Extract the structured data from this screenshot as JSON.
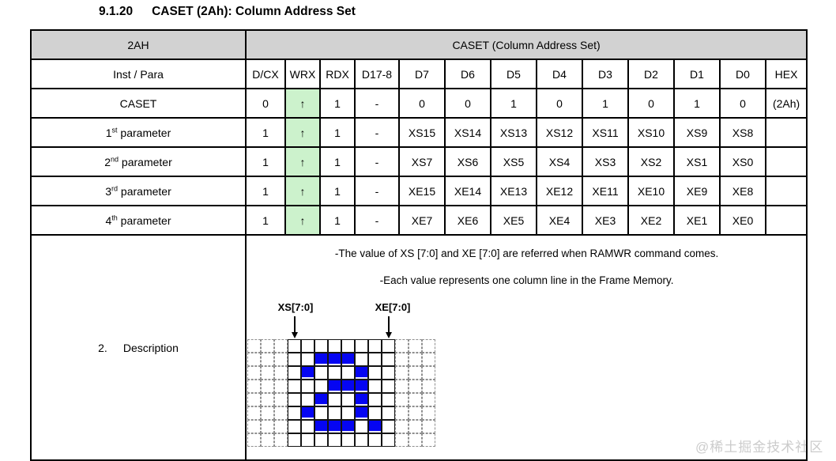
{
  "page": {
    "title_number": "9.1.20",
    "title_text": "CASET (2Ah): Column Address Set",
    "watermark": "@稀土掘金技术社区"
  },
  "colors": {
    "header_bg": "#d2d2d2",
    "wrx_highlight_green": "#ccf2cc",
    "pixel_blue": "#0505f2",
    "dashed_grid_gray": "#8f8f8f"
  },
  "table": {
    "header": {
      "cmd_code": "2AH",
      "cmd_name": "CASET (Column Address Set)",
      "columns": [
        "Inst / Para",
        "D/CX",
        "WRX",
        "RDX",
        "D17-8",
        "D7",
        "D6",
        "D5",
        "D4",
        "D3",
        "D2",
        "D1",
        "D0",
        "HEX"
      ]
    },
    "wrx_arrow": "↑",
    "rows": [
      {
        "label_base": "CASET",
        "label_sup": "",
        "label_rest": "",
        "cells": [
          "0",
          "↑",
          "1",
          "-",
          "0",
          "0",
          "1",
          "0",
          "1",
          "0",
          "1",
          "0",
          "(2Ah)"
        ]
      },
      {
        "label_base": "1",
        "label_sup": "st",
        "label_rest": " parameter",
        "cells": [
          "1",
          "↑",
          "1",
          "-",
          "XS15",
          "XS14",
          "XS13",
          "XS12",
          "XS11",
          "XS10",
          "XS9",
          "XS8",
          ""
        ]
      },
      {
        "label_base": "2",
        "label_sup": "nd",
        "label_rest": " parameter",
        "cells": [
          "1",
          "↑",
          "1",
          "-",
          "XS7",
          "XS6",
          "XS5",
          "XS4",
          "XS3",
          "XS2",
          "XS1",
          "XS0",
          ""
        ]
      },
      {
        "label_base": "3",
        "label_sup": "rd",
        "label_rest": " parameter",
        "cells": [
          "1",
          "↑",
          "1",
          "-",
          "XE15",
          "XE14",
          "XE13",
          "XE12",
          "XE11",
          "XE10",
          "XE9",
          "XE8",
          ""
        ]
      },
      {
        "label_base": "4",
        "label_sup": "th",
        "label_rest": " parameter",
        "cells": [
          "1",
          "↑",
          "1",
          "-",
          "XE7",
          "XE6",
          "XE5",
          "XE4",
          "XE3",
          "XE2",
          "XE1",
          "XE0",
          ""
        ]
      }
    ],
    "description": {
      "index": "2.",
      "label": "Description",
      "lines": [
        "-The value of XS [7:0] and XE [7:0] are referred when RAMWR command comes.",
        "-Each value represents one column line in the Frame Memory."
      ],
      "diagram": {
        "xs_label": "XS[7:0]",
        "xe_label": "XE[7:0]",
        "dashed_cols_each_side": 3,
        "solid_cols": 8,
        "rows": 8,
        "glyph_pattern": [
          "........",
          "..XXX...",
          ".X...X..",
          "...XXX..",
          "..X..X..",
          ".X...X..",
          "..XXX.X.",
          "........"
        ]
      }
    }
  }
}
